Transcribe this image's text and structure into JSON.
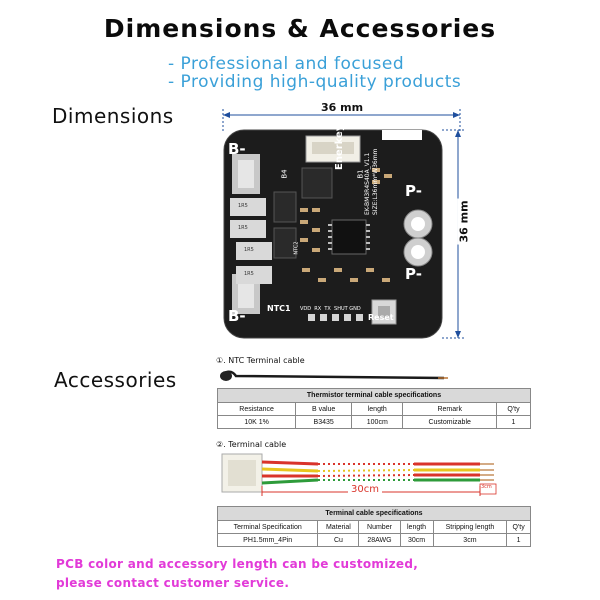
{
  "header": {
    "title": "Dimensions & Accessories",
    "subtitle_1": "- Professional and focused",
    "subtitle_2": "- Providing high-quality products"
  },
  "dimensions": {
    "label": "Dimensions",
    "width": "36 mm",
    "height": "36 mm"
  },
  "board": {
    "pad_b_top": "B-",
    "pad_b_bottom": "B-",
    "pad_p_top": "P-",
    "pad_p_bottom": "P-",
    "label_b4": "B4",
    "label_b1": "B1",
    "brand": "Enerkey",
    "model_line_1": "EK-BM3R4S40A_V1.1",
    "model_line_2": "SIZE:L36mm*W36mm",
    "label_ntc1": "NTC1",
    "label_ntc2": "NTC2",
    "label_reset": "Reset",
    "pins": "VDD  RX  TX  SHUT GND",
    "resistor_marks": [
      "1R5",
      "1R5",
      "1R5",
      "1R5"
    ]
  },
  "accessories": {
    "label": "Accessories",
    "ntc": {
      "heading": "①. NTC Terminal cable",
      "table_title": "Thermistor terminal cable specifications",
      "headers": [
        "Resistance",
        "B value",
        "length",
        "Remark",
        "Q'ty"
      ],
      "row": [
        "10K  1%",
        "B3435",
        "100cm",
        "Customizable",
        "1"
      ]
    },
    "terminal": {
      "heading": "②. Terminal cable",
      "length_label": "30cm",
      "end_label": "3cm",
      "table_title": "Terminal cable specifications",
      "headers": [
        "Terminal Specification",
        "Material",
        "Number",
        "length",
        "Stripping length",
        "Q'ty"
      ],
      "row": [
        "PH1.5mm_4Pin",
        "Cu",
        "28AWG",
        "30cm",
        "3cm",
        "1"
      ]
    }
  },
  "footer": {
    "line_1": "PCB color and accessory length can be customized,",
    "line_2": "please contact customer service."
  },
  "colors": {
    "subtitle": "#3aa0d8",
    "dimension_line": "#1f4f9e",
    "pcb": "#1c1c1c",
    "footer": "#e23ad8",
    "cable_red": "#d9342b",
    "cable_yellow": "#e8c51e",
    "cable_green": "#2e9b3a"
  }
}
